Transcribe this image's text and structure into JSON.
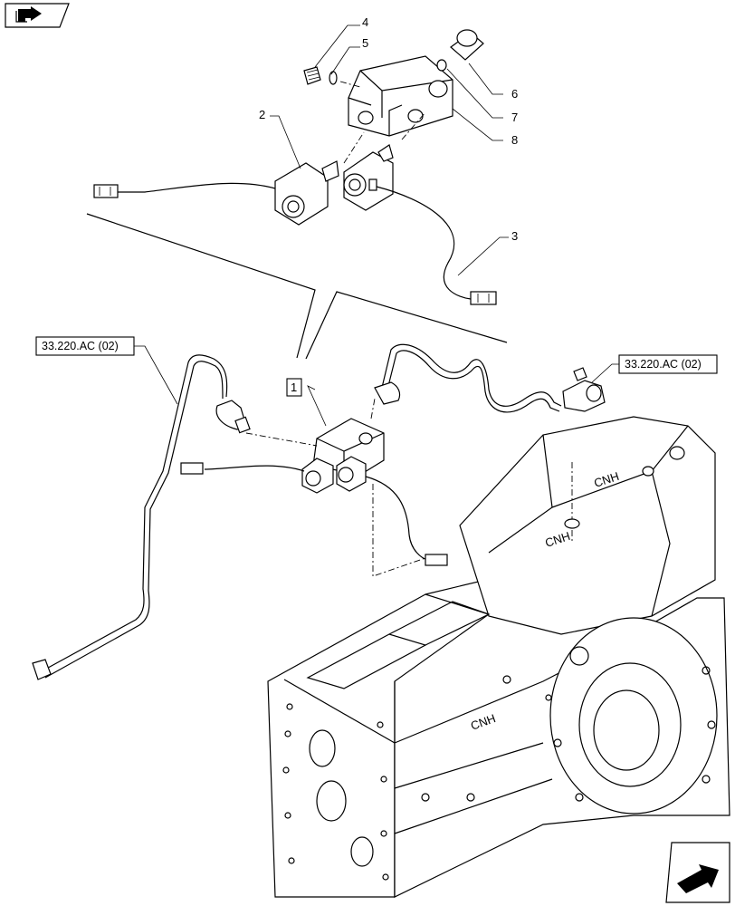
{
  "nav": {
    "prev_icon": "book-arrow-back-icon",
    "next_icon": "page-forward-arrow-icon"
  },
  "callouts": [
    "1",
    "2",
    "3",
    "4",
    "5",
    "6",
    "7",
    "8"
  ],
  "references": {
    "left": "33.220.AC (02)",
    "right": "33.220.AC (02)"
  },
  "housing_marks": [
    "CNH",
    "CNH",
    "CNH"
  ]
}
